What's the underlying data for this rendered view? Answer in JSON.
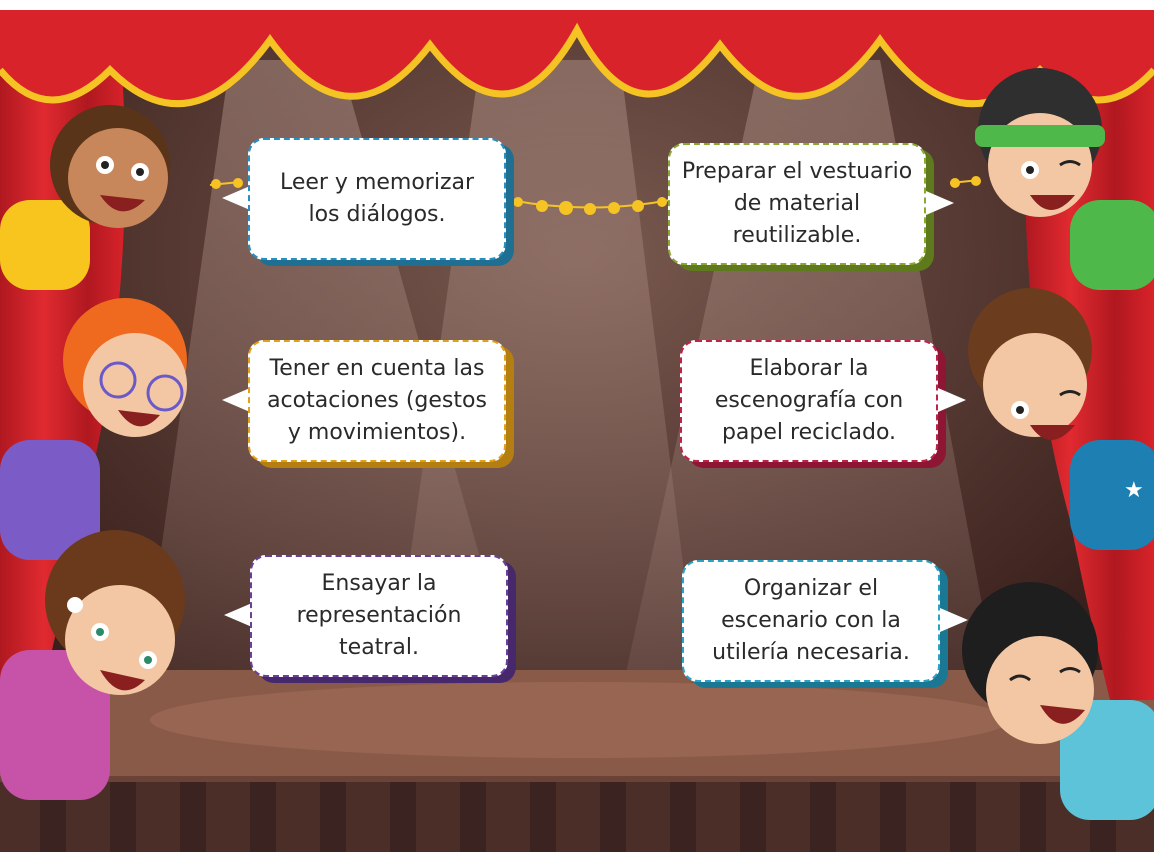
{
  "colors": {
    "curtain_red": "#d8232a",
    "curtain_dark": "#b01820",
    "gold_trim": "#f6c324",
    "stage_backdrop": "#4a2a24",
    "stage_floor": "#8a5a48",
    "stage_front": "#4b2e28"
  },
  "bubbles": [
    {
      "text": "Leer y memorizar\nlos diálogos.",
      "border_color": "#2a8fc0",
      "shadow_color": "#1f6f93",
      "side": "left"
    },
    {
      "text": "Preparar el vestuario\nde material\nreutilizable.",
      "border_color": "#8aa832",
      "shadow_color": "#5f7a1c",
      "side": "right"
    },
    {
      "text": "Tener en cuenta las\nacotaciones (gestos\ny movimientos).",
      "border_color": "#e0a21a",
      "shadow_color": "#b57e10",
      "side": "left"
    },
    {
      "text": "Elaborar la\nescenografía con\npapel reciclado.",
      "border_color": "#c0234a",
      "shadow_color": "#8e1534",
      "side": "right"
    },
    {
      "text": "Ensayar la\nrepresentación\nteatral.",
      "border_color": "#6a3f9a",
      "shadow_color": "#47286c",
      "side": "left"
    },
    {
      "text": "Organizar el\nescenario con la\nutilería necesaria.",
      "border_color": "#2aa3c7",
      "shadow_color": "#1a7894",
      "side": "right"
    }
  ],
  "characters": [
    {
      "name": "curly-hair-boy-icon",
      "shirt": "#f7c51e",
      "skin": "#c8875a",
      "hair": "#5a3418"
    },
    {
      "name": "green-headband-boy-icon",
      "shirt": "#4fb84a",
      "skin": "#f3c7a3",
      "hair": "#2f2f2f"
    },
    {
      "name": "red-hair-girl-glasses-icon",
      "shirt": "#7b5cc7",
      "skin": "#f3c7a3",
      "hair": "#ef6a1e"
    },
    {
      "name": "curly-hair-boy-star-shirt-icon",
      "shirt": "#1e7fb3",
      "skin": "#f3c7a3",
      "hair": "#6b3d1e"
    },
    {
      "name": "brown-hair-girl-flower-icon",
      "shirt": "#c653a8",
      "skin": "#f3c7a3",
      "hair": "#6b3a1c"
    },
    {
      "name": "black-hair-girl-icon",
      "shirt": "#5cc3d8",
      "skin": "#f3c7a3",
      "hair": "#1e1e1e"
    }
  ]
}
